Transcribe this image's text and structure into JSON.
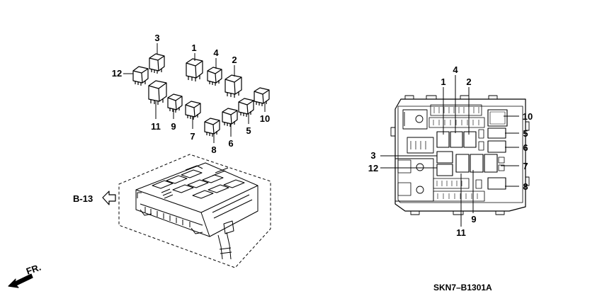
{
  "relay_labels": {
    "r1": "1",
    "r2": "2",
    "r3": "3",
    "r4": "4",
    "r5": "5",
    "r6": "6",
    "r7": "7",
    "r8": "8",
    "r9": "9",
    "r10": "10",
    "r11": "11",
    "r12": "12"
  },
  "ref_label": "B-13",
  "front_label": "FR.",
  "part_code": "SKN7–B1301A"
}
